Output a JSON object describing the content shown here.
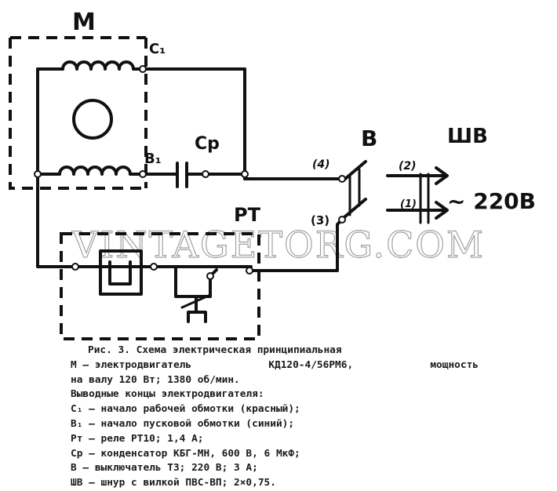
{
  "labels": {
    "motor": "М",
    "c1": "С₁",
    "b1": "В₁",
    "cp": "Ср",
    "b": "В",
    "shv": "ШВ",
    "pt": "РТ",
    "t4": "(4)",
    "t3": "(3)",
    "t2": "(2)",
    "t1": "(1)",
    "voltage": "~ 220В"
  },
  "watermark": "VINTAGETORG.COM",
  "caption": {
    "title": "Рис. 3. Схема электрическая принципиальная",
    "line1_a": "М — электродвигатель",
    "line1_b": "КД120-4/56РМ6,",
    "line1_c": "мощность",
    "line2": "на валу 120 Вт; 1380 об/мин.",
    "line3": "Выводные концы электродвигателя:",
    "line4": "С₁ — начало рабочей обмотки (красный);",
    "line5": "В₁ — начало пусковой обмотки (синий);",
    "line6": "Рт — реле РТ10; 1,4 А;",
    "line7": "Ср — конденсатор КБГ-МН, 600 В, 6 МкФ;",
    "line8": "В — выключатель Т3; 220 В; 3 А;",
    "line9": "ШВ — шнур с вилкой ПВС-ВП; 2×0,75."
  }
}
